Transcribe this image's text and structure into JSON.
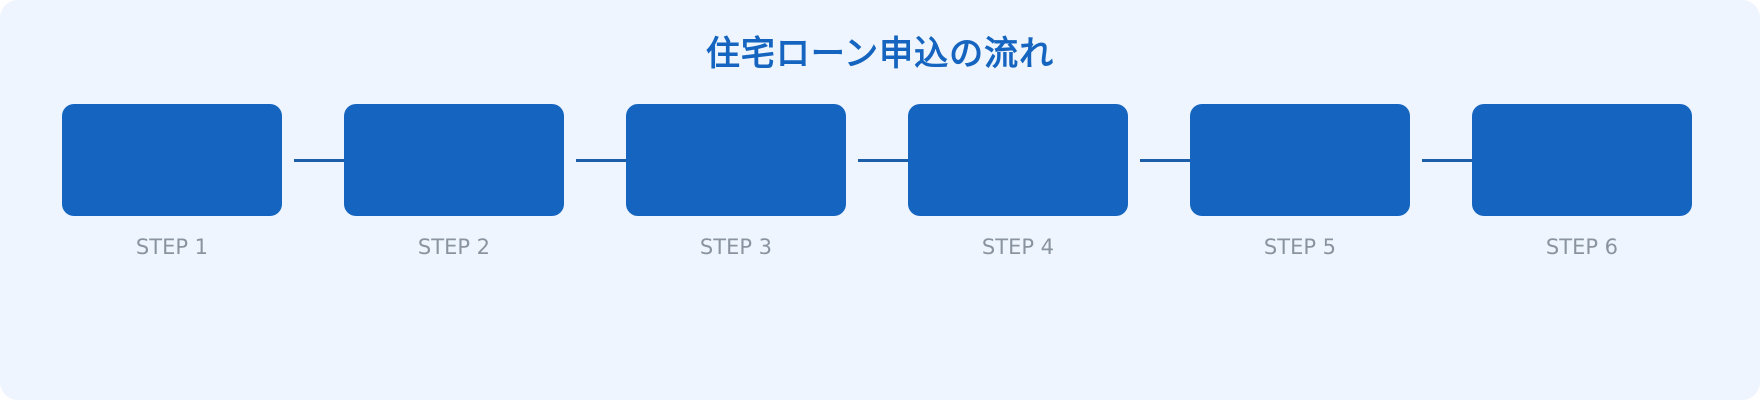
{
  "diagram": {
    "title": "住宅ローン申込の流れ",
    "steps": [
      {
        "label": "STEP 1"
      },
      {
        "label": "STEP 2"
      },
      {
        "label": "STEP 3"
      },
      {
        "label": "STEP 4"
      },
      {
        "label": "STEP 5"
      },
      {
        "label": "STEP 6"
      }
    ],
    "colors": {
      "box": "#1565c0",
      "title": "#1565c0",
      "label": "#8a94a0",
      "connector": "#1d5ea8",
      "background": "#eef5fe"
    }
  }
}
